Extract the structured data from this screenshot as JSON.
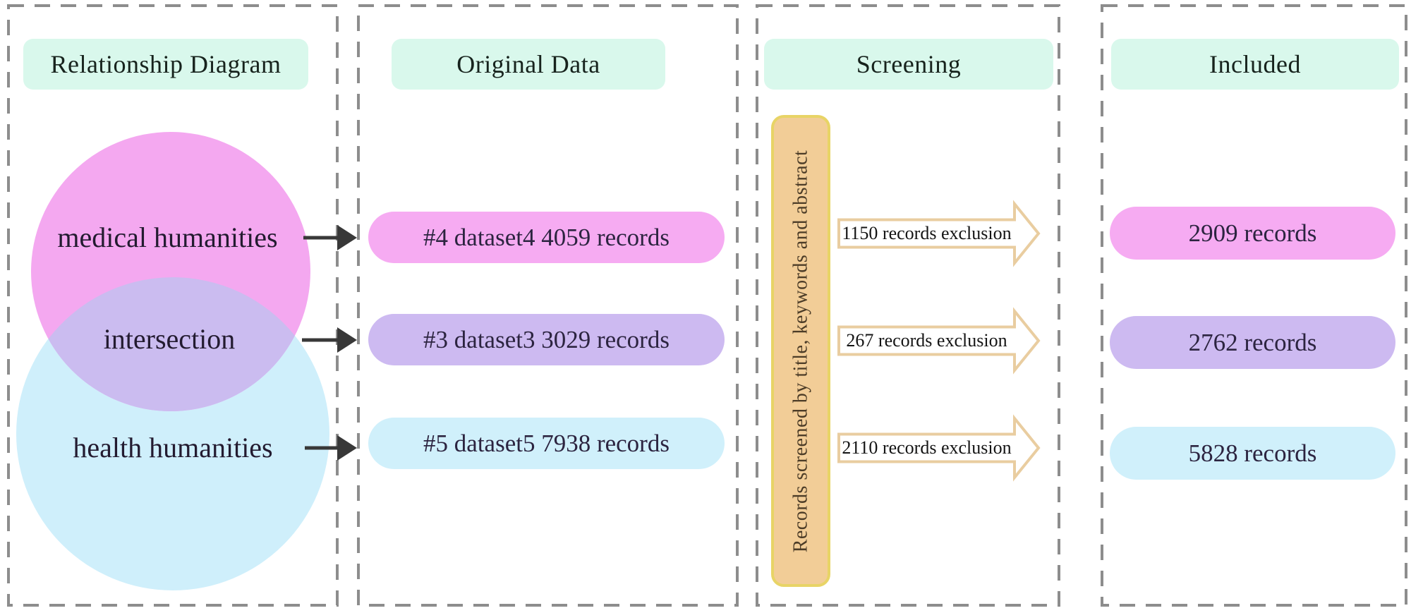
{
  "relationship": {
    "header": "Relationship Diagram",
    "labels": {
      "medical": "medical humanities",
      "intersection": "intersection",
      "health": "health humanities"
    }
  },
  "original_data": {
    "header": "Original Data",
    "items": [
      {
        "label": "#4 dataset4  4059 records",
        "color": "#f6abf2"
      },
      {
        "label": "#3 dataset3 3029 records",
        "color": "#cdbaf1"
      },
      {
        "label": "#5 dataset5 7938 records",
        "color": "#d0f0fb"
      }
    ]
  },
  "screening": {
    "header": "Screening",
    "method": "Records screened by title, keywords and abstract",
    "exclusions": [
      "1150 records exclusion",
      "267 records exclusion",
      "2110 records exclusion"
    ]
  },
  "included": {
    "header": "Included",
    "items": [
      {
        "label": "2909 records",
        "color": "#f6abf2"
      },
      {
        "label": "2762 records",
        "color": "#cdbaf1"
      },
      {
        "label": "5828 records",
        "color": "#d0f0fb"
      }
    ]
  },
  "colors": {
    "header_bg": "#d9f8ec",
    "venn_medical": "#f4a8f0",
    "venn_intersection": "#cbbcf0",
    "venn_health": "#cfeffb",
    "screening_box_fill": "#f2cd97",
    "screening_box_border": "#e8d466",
    "exclusion_arrow_outline": "#e9cda0",
    "dashed_border": "#8d8d8d",
    "black_arrow": "#383838"
  }
}
